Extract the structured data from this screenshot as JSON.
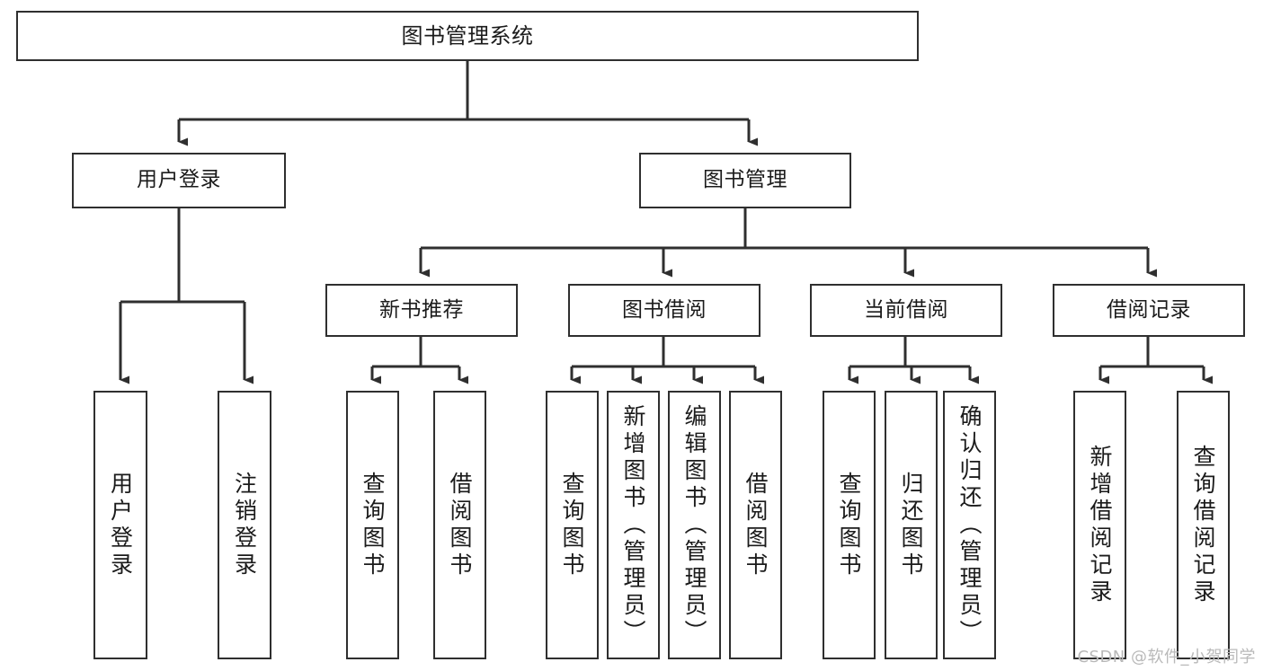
{
  "diagram": {
    "title": "图书管理系统",
    "watermark": "CSDN @软件_小贺同学",
    "line_color": "#2f2f2f",
    "box_fill": "#ffffff",
    "text_color": "#1b1b1b",
    "watermark_color": "#b9b9b9",
    "root": {
      "label": "图书管理系统"
    },
    "level2": [
      {
        "label": "用户登录"
      },
      {
        "label": "图书管理"
      }
    ],
    "level3": [
      {
        "label": "新书推荐"
      },
      {
        "label": "图书借阅"
      },
      {
        "label": "当前借阅"
      },
      {
        "label": "借阅记录"
      }
    ],
    "leaves": {
      "user_login": [
        {
          "label": "用户登录"
        },
        {
          "label": "注销登录"
        }
      ],
      "new_book_recommend": [
        {
          "label": "查询图书"
        },
        {
          "label": "借阅图书"
        }
      ],
      "book_borrow": [
        {
          "label": "查询图书"
        },
        {
          "label": "新增图书（管理员）"
        },
        {
          "label": "编辑图书（管理员）"
        },
        {
          "label": "借阅图书"
        }
      ],
      "current_borrow": [
        {
          "label": "查询图书"
        },
        {
          "label": "归还图书"
        },
        {
          "label": "确认归还（管理员）"
        }
      ],
      "borrow_record": [
        {
          "label": "新增借阅记录"
        },
        {
          "label": "查询借阅记录"
        }
      ]
    }
  }
}
